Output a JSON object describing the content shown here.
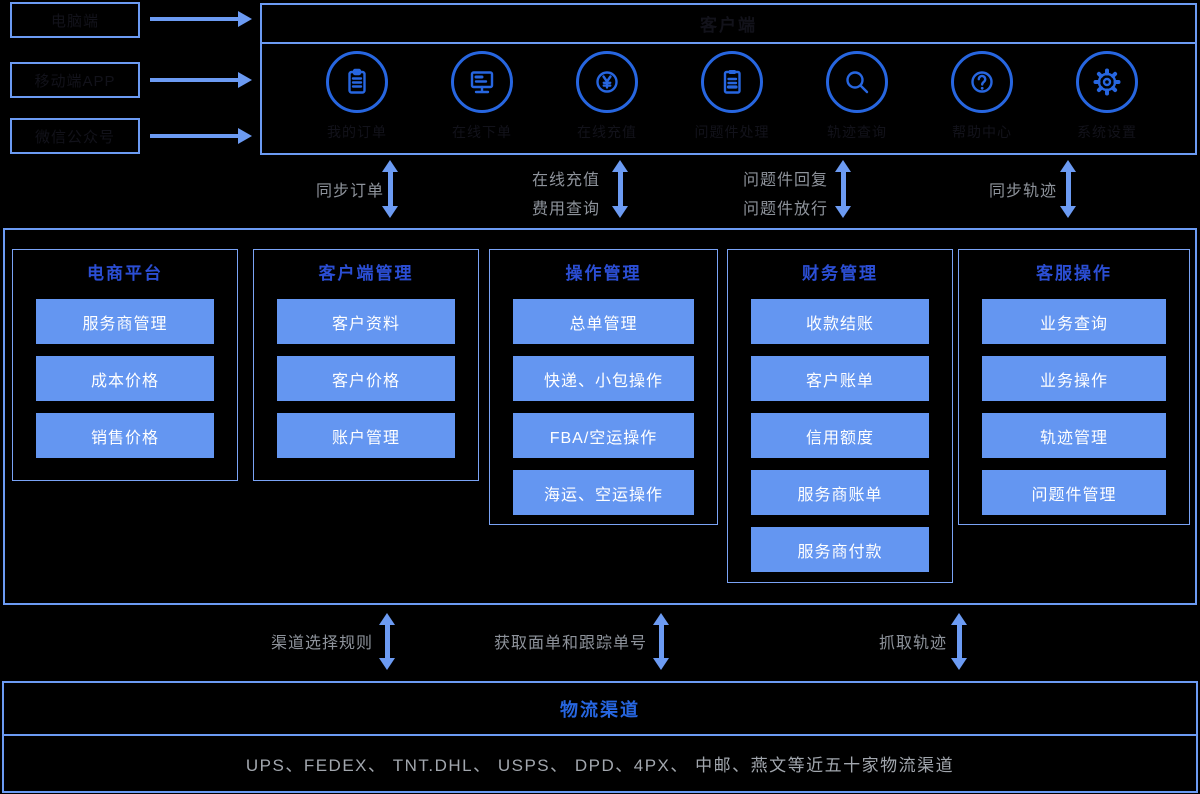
{
  "colors": {
    "background": "#000000",
    "border_blue": "#6c9bf3",
    "column_border": "#7aa3f5",
    "icon_blue": "#2766e0",
    "header_blue": "#2b4ed4",
    "button_blue": "#6496f1",
    "button_text": "#ffffff",
    "sync_label_gray": "#8e939b",
    "carrier_gray": "#a2a7ae",
    "dark_invisible_text": "#12121a"
  },
  "sources": {
    "items": [
      "电脑端",
      "移动端APP",
      "微信公众号"
    ]
  },
  "client": {
    "title": "客户端",
    "modules": [
      {
        "icon": "order-icon",
        "label": "我的订单"
      },
      {
        "icon": "monitor-icon",
        "label": "在线下单"
      },
      {
        "icon": "yen-icon",
        "label": "在线充值"
      },
      {
        "icon": "clipboard-icon",
        "label": "问题件处理"
      },
      {
        "icon": "search-icon",
        "label": "轨迹查询"
      },
      {
        "icon": "help-icon",
        "label": "帮助中心"
      },
      {
        "icon": "gear-icon",
        "label": "系统设置"
      }
    ]
  },
  "sync_links_top": [
    {
      "lines": [
        "同步订单"
      ]
    },
    {
      "lines": [
        "在线充值",
        "费用查询"
      ]
    },
    {
      "lines": [
        "问题件回复",
        "问题件放行"
      ]
    },
    {
      "lines": [
        "同步轨迹"
      ]
    }
  ],
  "main": {
    "columns": [
      {
        "title": "电商平台",
        "items": [
          "服务商管理",
          "成本价格",
          "销售价格"
        ]
      },
      {
        "title": "客户端管理",
        "items": [
          "客户资料",
          "客户价格",
          "账户管理"
        ]
      },
      {
        "title": "操作管理",
        "items": [
          "总单管理",
          "快递、小包操作",
          "FBA/空运操作",
          "海运、空运操作"
        ]
      },
      {
        "title": "财务管理",
        "items": [
          "收款结账",
          "客户账单",
          "信用额度",
          "服务商账单",
          "服务商付款"
        ]
      },
      {
        "title": "客服操作",
        "items": [
          "业务查询",
          "业务操作",
          "轨迹管理",
          "问题件管理"
        ]
      }
    ]
  },
  "sync_links_bottom": [
    {
      "label": "渠道选择规则"
    },
    {
      "label": "获取面单和跟踪单号"
    },
    {
      "label": "抓取轨迹"
    }
  ],
  "logistics": {
    "title": "物流渠道",
    "carriers": "UPS、FEDEX、 TNT.DHL、 USPS、 DPD、4PX、 中邮、燕文等近五十家物流渠道"
  }
}
